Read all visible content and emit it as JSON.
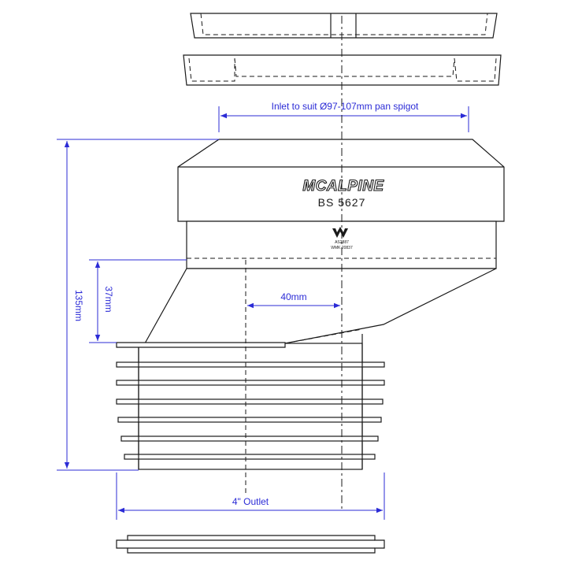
{
  "product": {
    "brand": "MCALPINE",
    "standard": "BS  5627",
    "mark_code_1": "AS2887",
    "mark_code_2": "WMK 20837"
  },
  "dimensions": {
    "inlet": "Inlet to suit Ø97-107mm pan spigot",
    "height": "135mm",
    "rise": "37mm",
    "offset": "40mm",
    "outlet": "4\" Outlet"
  },
  "icons": {
    "watermark": "watermark-logo-icon"
  },
  "colors": {
    "dimension": "#2b2bd6",
    "line": "#1a1a1a"
  }
}
